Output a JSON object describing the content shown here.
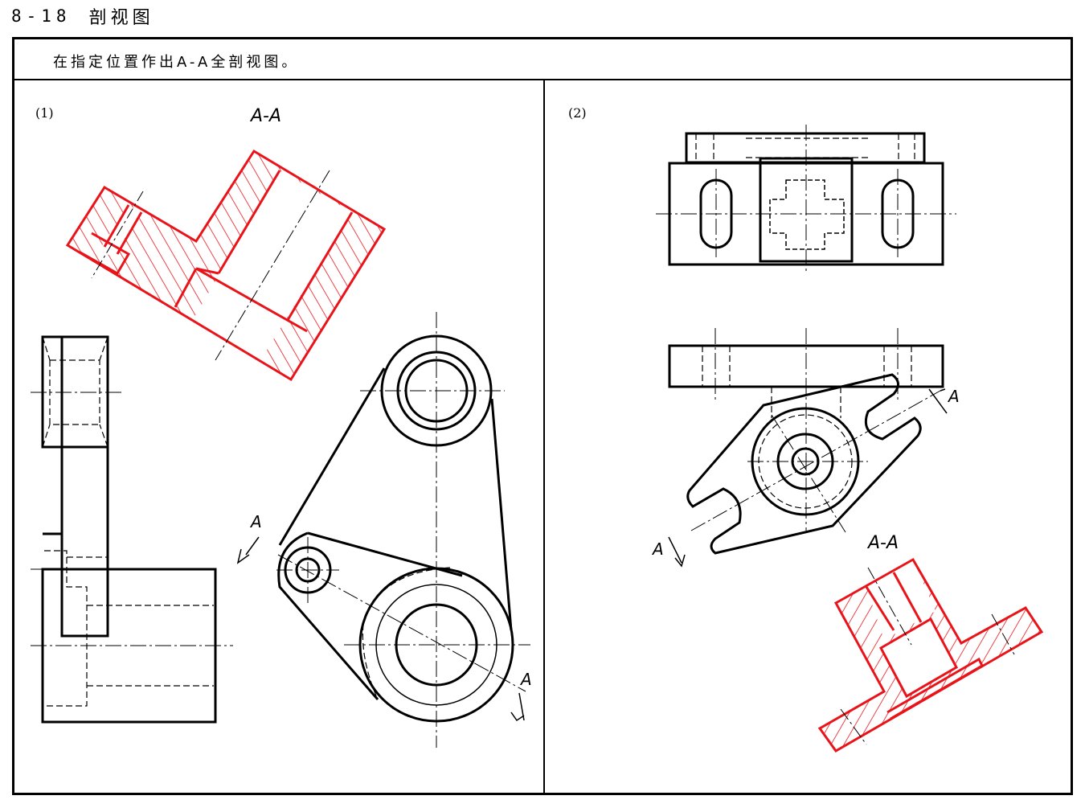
{
  "header": {
    "number": "8-18",
    "title": "剖视图"
  },
  "instruction": "在指定位置作出A-A全剖视图。",
  "problem1": {
    "label": "(1)",
    "section_title": "A-A",
    "cut_mark_start": "A",
    "cut_mark_end": "A"
  },
  "problem2": {
    "label": "(2)",
    "section_title": "A-A",
    "cut_mark_start": "A",
    "cut_mark_end": "A"
  },
  "colors": {
    "outline": "#000000",
    "section": "#e8141a",
    "background": "#ffffff"
  }
}
